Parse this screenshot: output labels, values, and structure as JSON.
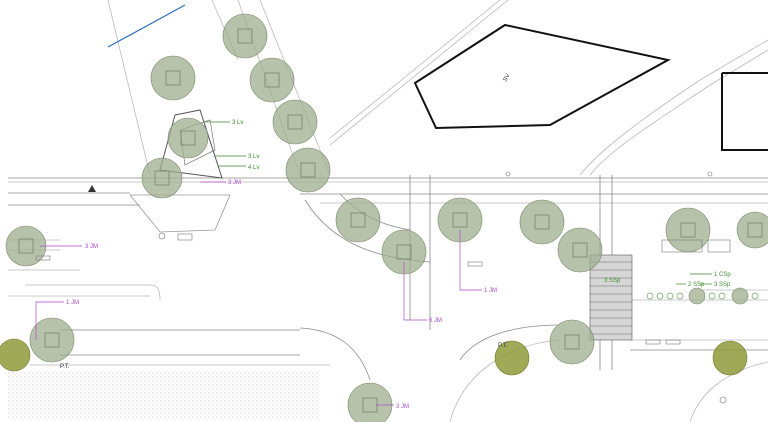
{
  "colors": {
    "planting_label": "#b04ad0",
    "shrub_label": "#3a8a2a",
    "tree_fill": "#9fae8f",
    "accent_tree_fill": "#8e9a3a",
    "building_outline": "#111111",
    "water_line": "#2a6fc0"
  },
  "labels": {
    "lv3": "3 Lv",
    "lv3b": "3 Lv",
    "lv4": "4 Lv",
    "jm3_top": "3 JM",
    "jm3_left": "3 JM",
    "jm1_left": "1 JM",
    "jm1_mid": "1 JM",
    "jm6": "6 JM",
    "jm3_bottom": "3 JM",
    "csp1": "1 CSp",
    "ssp2": "2 SSp",
    "ssp3": "3 SSp",
    "ssp3_small": "3 SSp",
    "sv": "SV",
    "pt_left": "P.T.",
    "pt_right": "P.T."
  },
  "icons": [
    "north-arrow-icon",
    "tree-icon",
    "building-icon"
  ]
}
